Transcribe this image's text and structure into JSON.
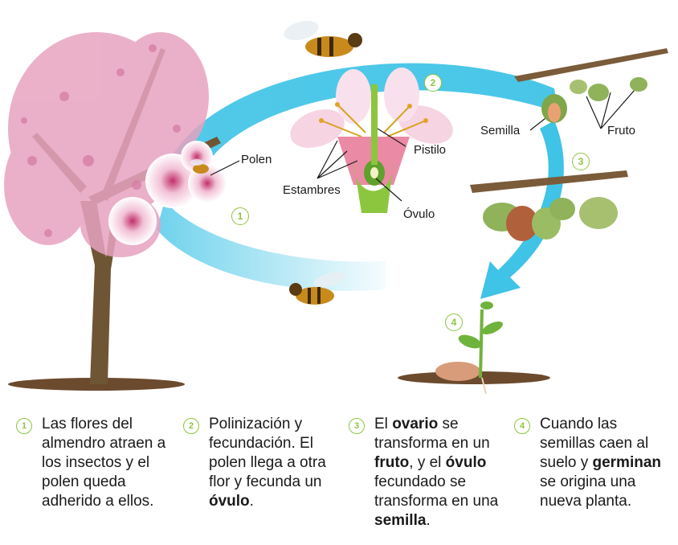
{
  "labels": {
    "polen": "Polen",
    "estambres": "Estambres",
    "pistilo": "Pistilo",
    "ovulo": "Óvulo",
    "semilla": "Semilla",
    "fruto": "Fruto"
  },
  "badges": [
    "1",
    "2",
    "3",
    "4"
  ],
  "captions": [
    {
      "num": "1",
      "parts": [
        {
          "text": "Las flores del almendro atraen a los insectos y el polen queda adherido a ellos.",
          "bold": false
        }
      ]
    },
    {
      "num": "2",
      "parts": [
        {
          "text": "Polinización y fecundación. El polen llega a otra flor y fecunda un ",
          "bold": false
        },
        {
          "text": "óvulo",
          "bold": true
        },
        {
          "text": ".",
          "bold": false
        }
      ]
    },
    {
      "num": "3",
      "parts": [
        {
          "text": "El ",
          "bold": false
        },
        {
          "text": "ovario",
          "bold": true
        },
        {
          "text": " se transforma en un ",
          "bold": false
        },
        {
          "text": "fruto",
          "bold": true
        },
        {
          "text": ", y el ",
          "bold": false
        },
        {
          "text": "óvulo",
          "bold": true
        },
        {
          "text": " fecundado se transforma en una ",
          "bold": false
        },
        {
          "text": "semilla",
          "bold": true
        },
        {
          "text": ".",
          "bold": false
        }
      ]
    },
    {
      "num": "4",
      "parts": [
        {
          "text": "Cuando las semillas caen al suelo y ",
          "bold": false
        },
        {
          "text": "germinan",
          "bold": true
        },
        {
          "text": " se origina una nueva planta.",
          "bold": false
        }
      ]
    }
  ],
  "colors": {
    "arrow": "#3fc3e6",
    "badge": "#8cc63f",
    "blossom": "#e7a3c0",
    "soil": "#6b4a2e",
    "leaf": "#6fb33c"
  }
}
